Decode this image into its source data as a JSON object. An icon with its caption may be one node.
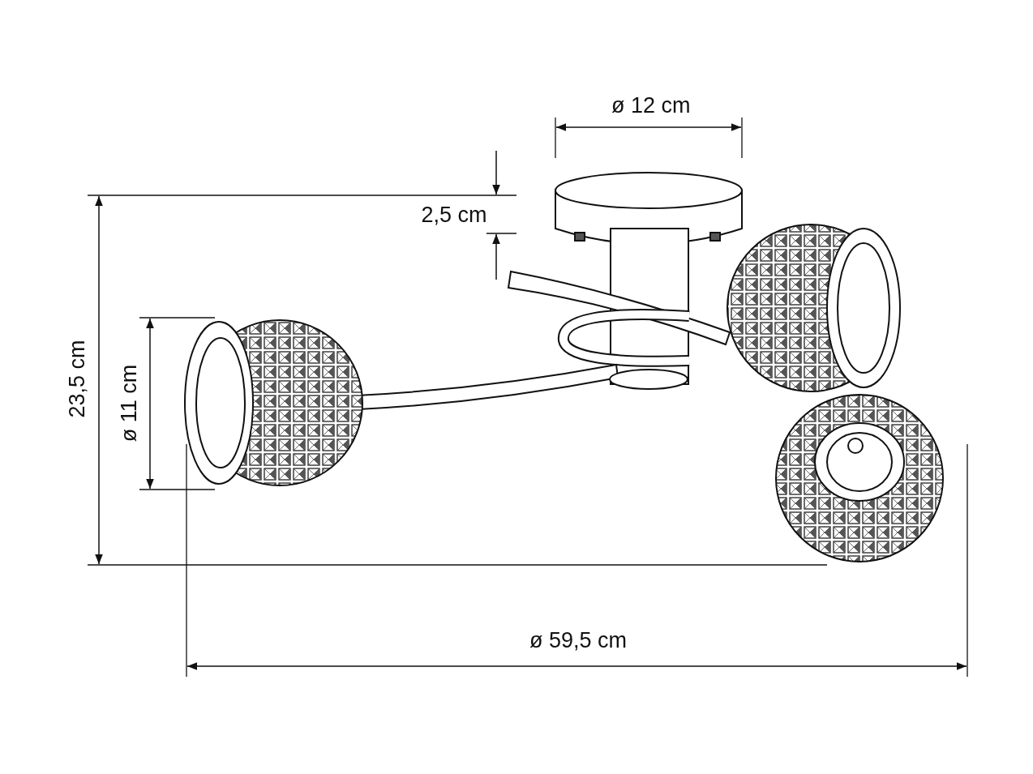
{
  "diagram": {
    "labels": [
      "ø 12 cm",
      "2,5 cm",
      "23,5 cm",
      "ø 11 cm",
      "ø 59,5 cm"
    ]
  }
}
